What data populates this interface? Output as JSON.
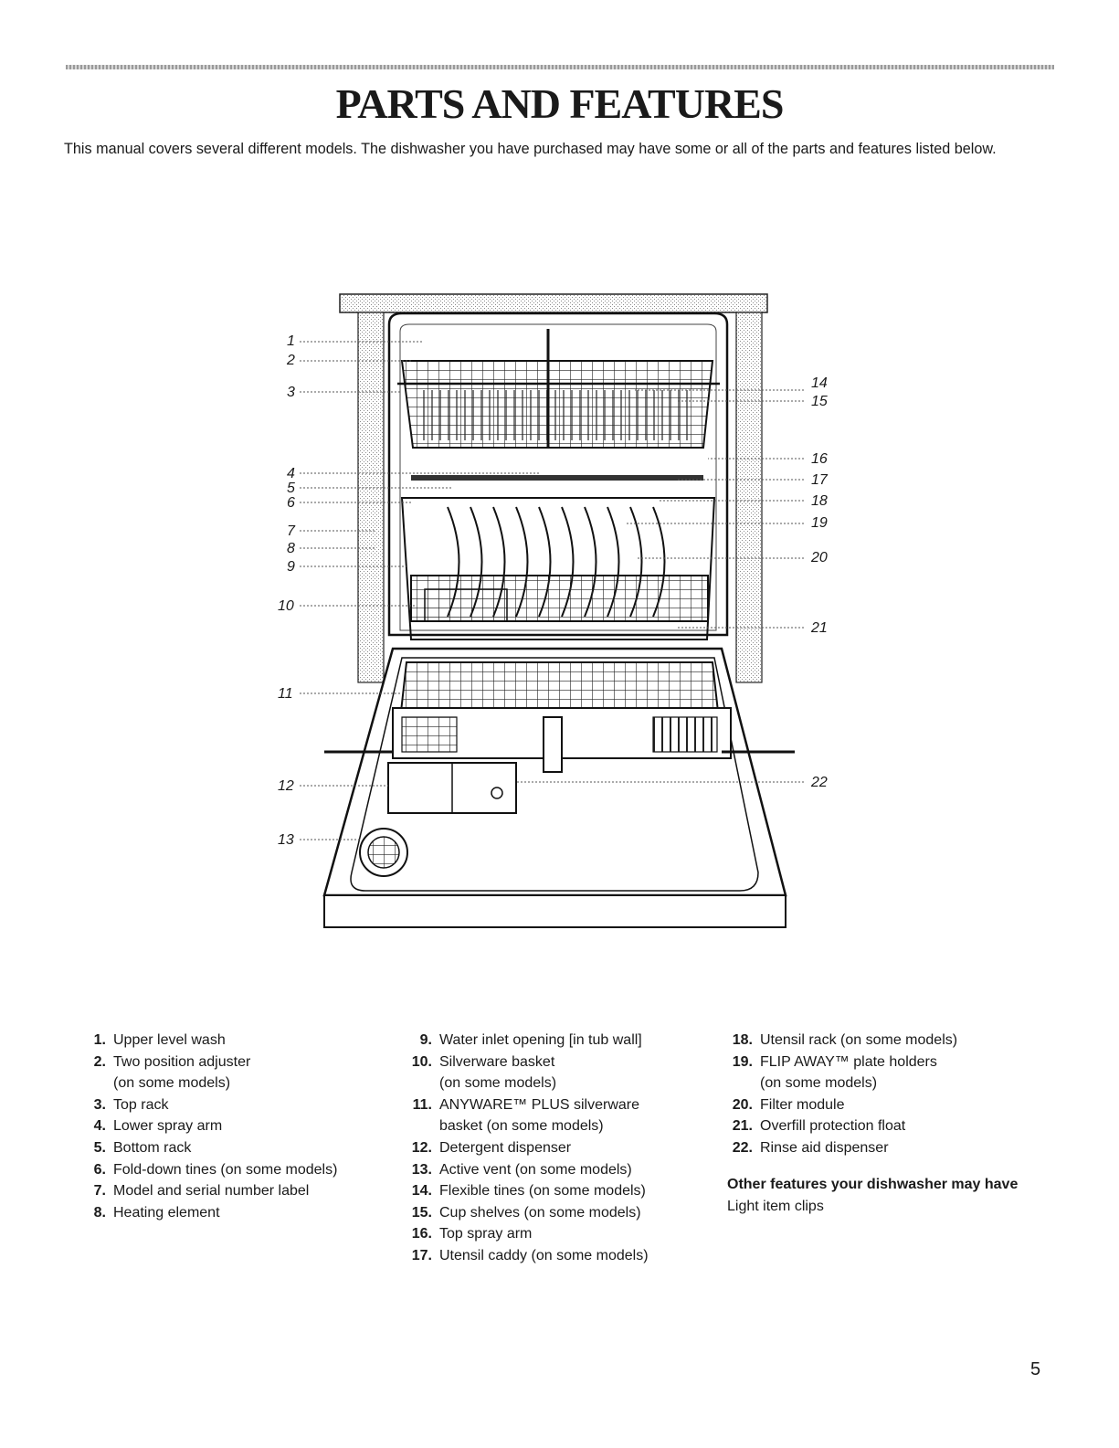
{
  "header": {
    "title": "PARTS AND FEATURES",
    "intro": "This manual covers several different models. The dishwasher you have purchased may have some or all of the parts and features listed below."
  },
  "figure": {
    "callouts": [
      "1",
      "2",
      "3",
      "4",
      "5",
      "6",
      "7",
      "8",
      "9",
      "10",
      "11",
      "12",
      "13",
      "14",
      "15",
      "16",
      "17",
      "18",
      "19",
      "20",
      "21",
      "22"
    ]
  },
  "parts": {
    "column1": [
      {
        "num": "1.",
        "text": "Upper level wash"
      },
      {
        "num": "2.",
        "text": "Two position adjuster",
        "sub": "(on some models)"
      },
      {
        "num": "3.",
        "text": "Top rack"
      },
      {
        "num": "4.",
        "text": "Lower spray arm"
      },
      {
        "num": "5.",
        "text": "Bottom rack"
      },
      {
        "num": "6.",
        "text": "Fold-down tines (on some models)"
      },
      {
        "num": "7.",
        "text": "Model and serial number label"
      },
      {
        "num": "8.",
        "text": "Heating element"
      }
    ],
    "column2": [
      {
        "num": "9.",
        "text": "Water inlet opening [in tub wall]"
      },
      {
        "num": "10.",
        "text": "Silverware basket",
        "sub": "(on some models)"
      },
      {
        "num": "11.",
        "text": "ANYWARE™ PLUS silverware",
        "sub": "basket (on some models)"
      },
      {
        "num": "12.",
        "text": "Detergent dispenser"
      },
      {
        "num": "13.",
        "text": "Active vent (on some models)"
      },
      {
        "num": "14.",
        "text": "Flexible tines (on some models)"
      },
      {
        "num": "15.",
        "text": "Cup shelves (on some models)"
      },
      {
        "num": "16.",
        "text": "Top spray arm"
      },
      {
        "num": "17.",
        "text": "Utensil caddy (on some models)"
      }
    ],
    "column3": [
      {
        "num": "18.",
        "text": "Utensil rack (on some models)"
      },
      {
        "num": "19.",
        "text": "FLIP AWAY™ plate holders",
        "sub": "(on some models)"
      },
      {
        "num": "20.",
        "text": "Filter module"
      },
      {
        "num": "21.",
        "text": "Overfill protection float"
      },
      {
        "num": "22.",
        "text": "Rinse aid dispenser"
      }
    ]
  },
  "other_features": {
    "heading": "Other features your dishwasher may have",
    "items": [
      "Light item clips"
    ]
  },
  "footer": {
    "page_number": "5"
  }
}
